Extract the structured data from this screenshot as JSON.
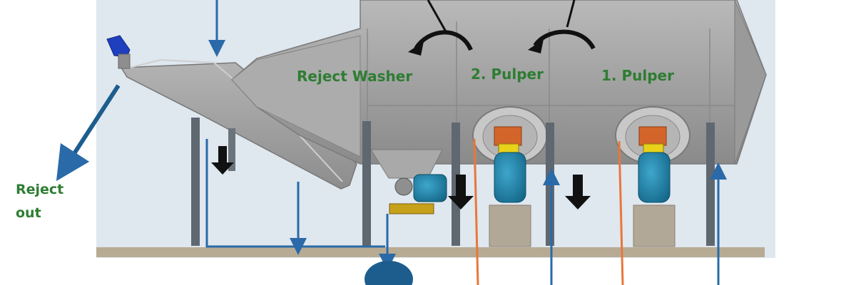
{
  "labels": {
    "reject_washer": "Reject Washer",
    "pulper_2": "2. Pulper",
    "pulper_1": "1. Pulper",
    "reject_out_line1": "Reject",
    "reject_out_line2": "out"
  },
  "colors": {
    "background": "#dfe7ef",
    "drum": "#9c9c9c",
    "label_green": "#2e7d32",
    "flow_blue": "#2a6aa8",
    "hot_orange": "#e8773a",
    "motor_teal": "#1f7fa6",
    "floor": "#b8ab94"
  }
}
